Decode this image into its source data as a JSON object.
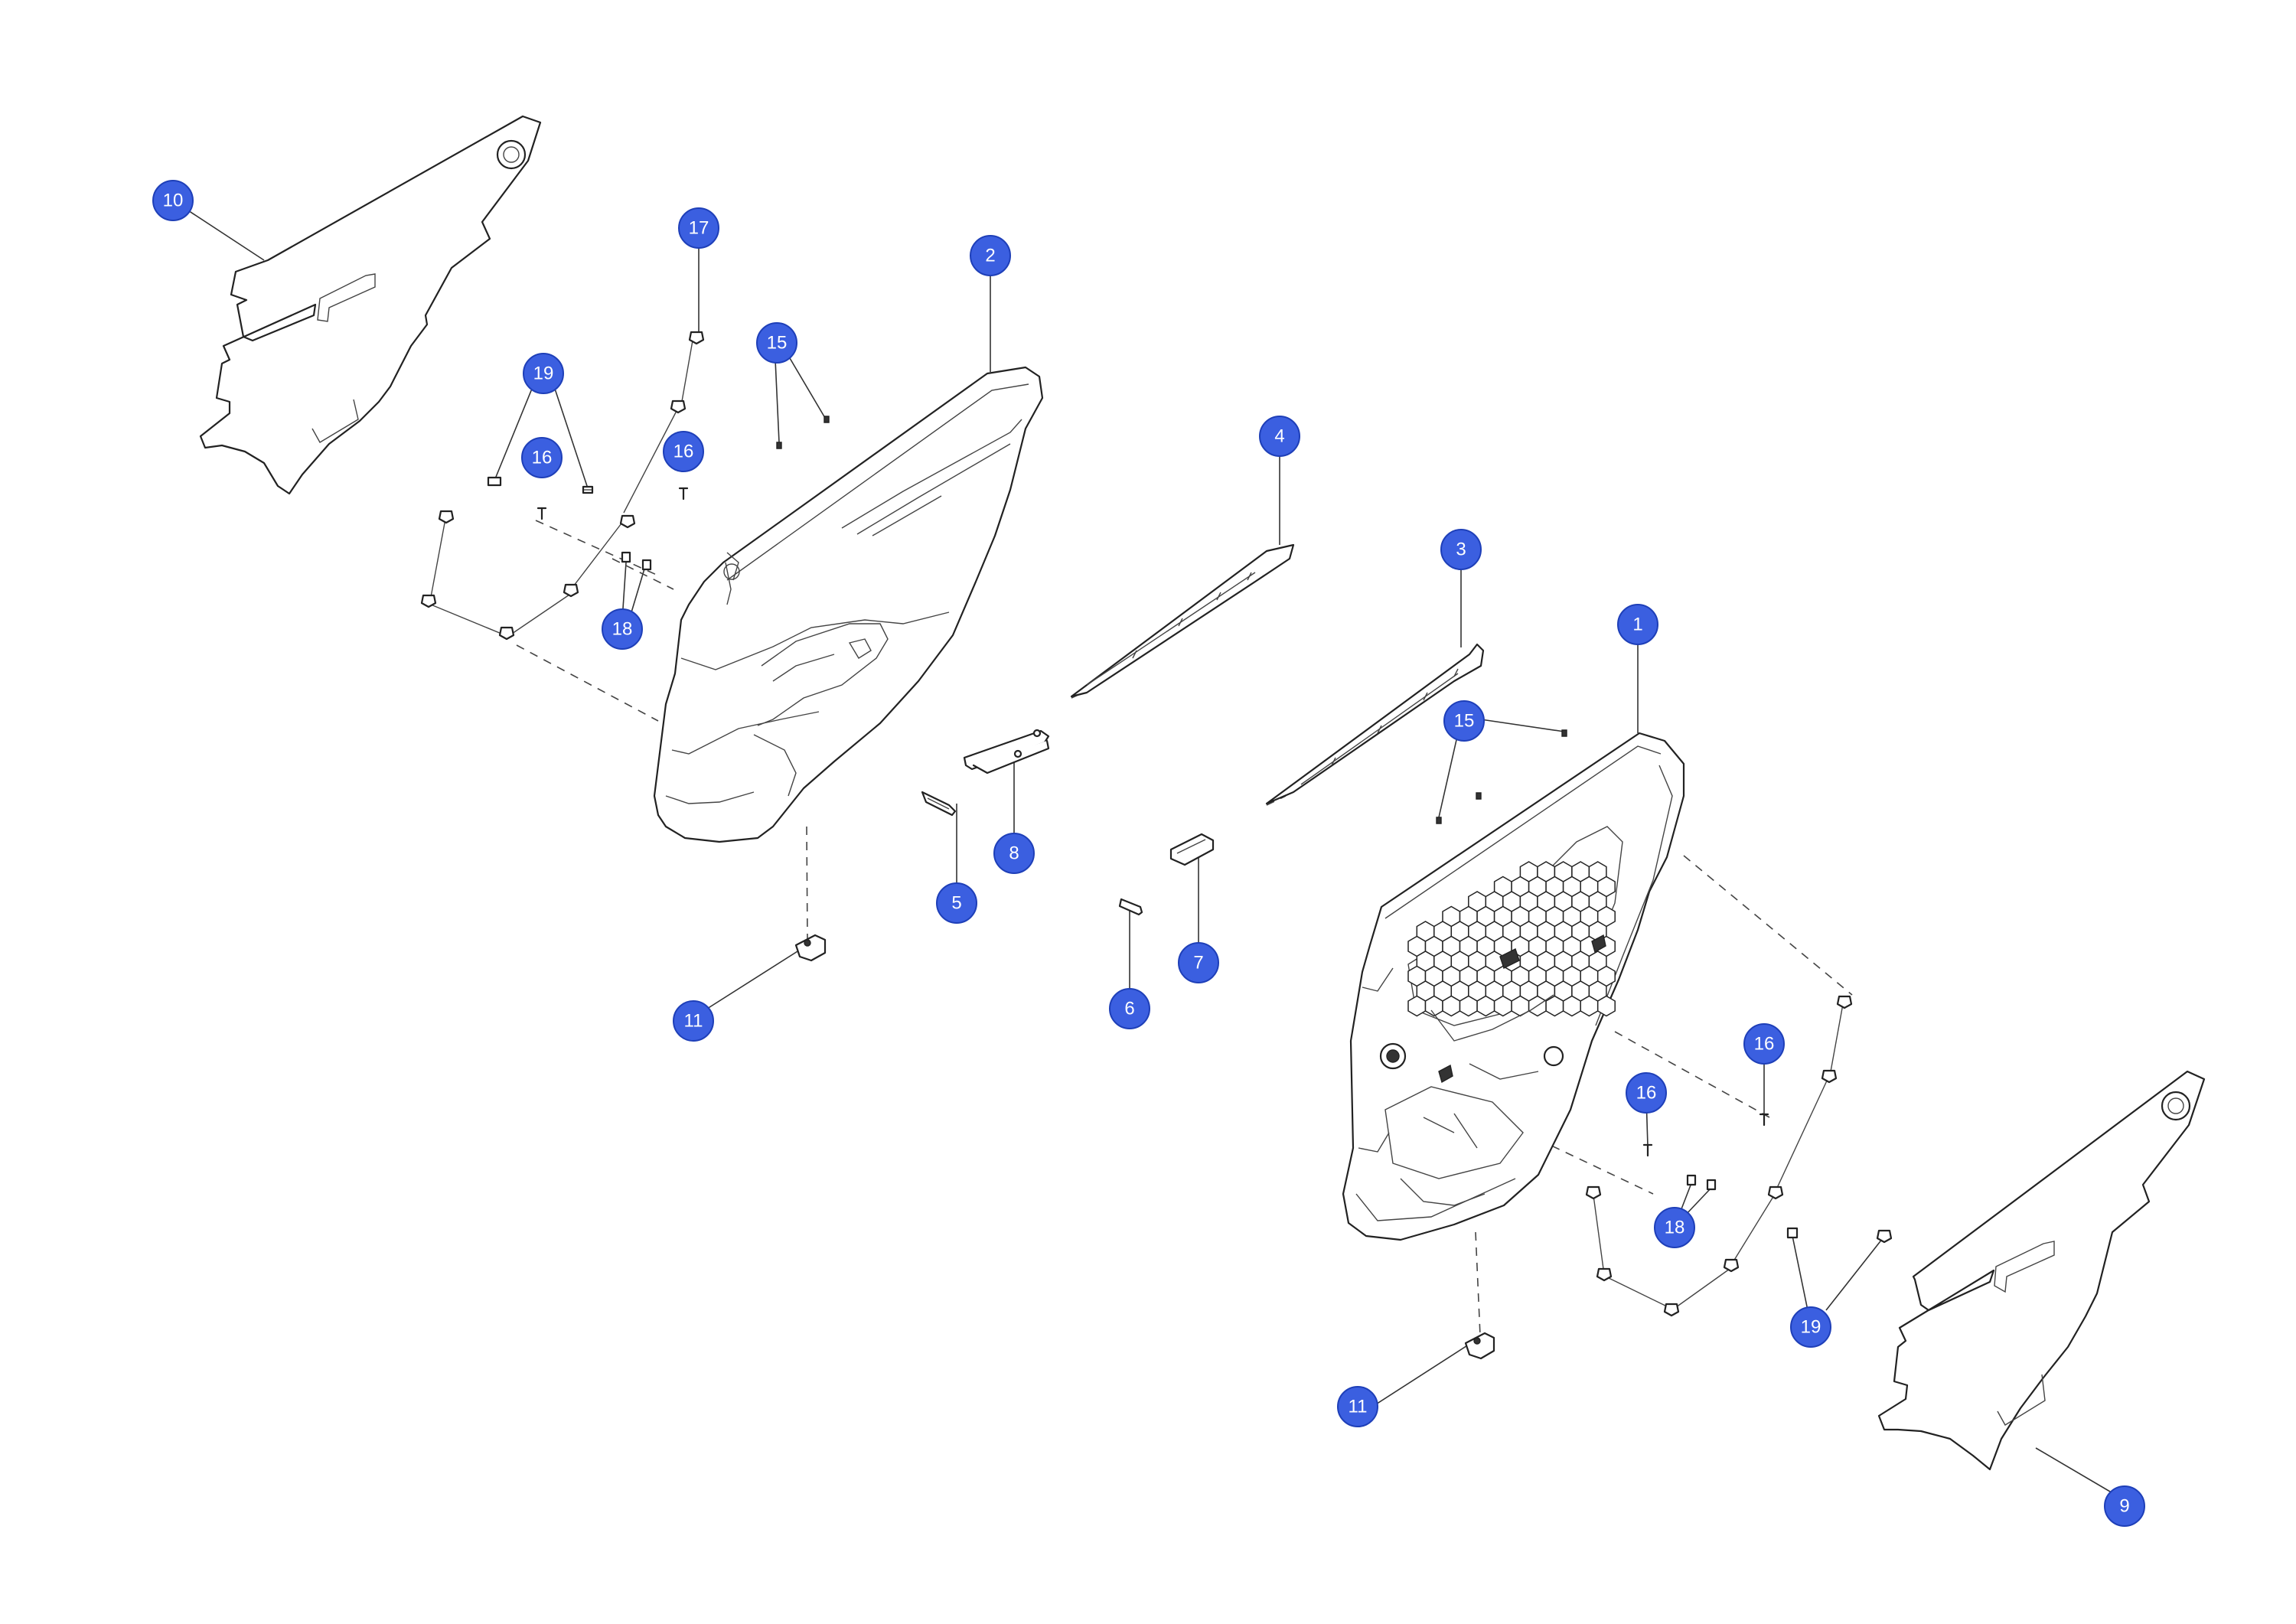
{
  "callouts": [
    {
      "id": "c10",
      "label": "10"
    },
    {
      "id": "c17",
      "label": "17"
    },
    {
      "id": "c2",
      "label": "2"
    },
    {
      "id": "c15a",
      "label": "15"
    },
    {
      "id": "c19a",
      "label": "19"
    },
    {
      "id": "c16a",
      "label": "16"
    },
    {
      "id": "c16b",
      "label": "16"
    },
    {
      "id": "c18a",
      "label": "18"
    },
    {
      "id": "c4",
      "label": "4"
    },
    {
      "id": "c3",
      "label": "3"
    },
    {
      "id": "c1",
      "label": "1"
    },
    {
      "id": "c15b",
      "label": "15"
    },
    {
      "id": "c8",
      "label": "8"
    },
    {
      "id": "c5",
      "label": "5"
    },
    {
      "id": "c7",
      "label": "7"
    },
    {
      "id": "c6",
      "label": "6"
    },
    {
      "id": "c11a",
      "label": "11"
    },
    {
      "id": "c16c",
      "label": "16"
    },
    {
      "id": "c16d",
      "label": "16"
    },
    {
      "id": "c18b",
      "label": "18"
    },
    {
      "id": "c19b",
      "label": "19"
    },
    {
      "id": "c11b",
      "label": "11"
    },
    {
      "id": "c9",
      "label": "9"
    }
  ],
  "colors": {
    "callout_fill": "#3b5fe0",
    "callout_text": "#ffffff",
    "line": "#222222"
  }
}
